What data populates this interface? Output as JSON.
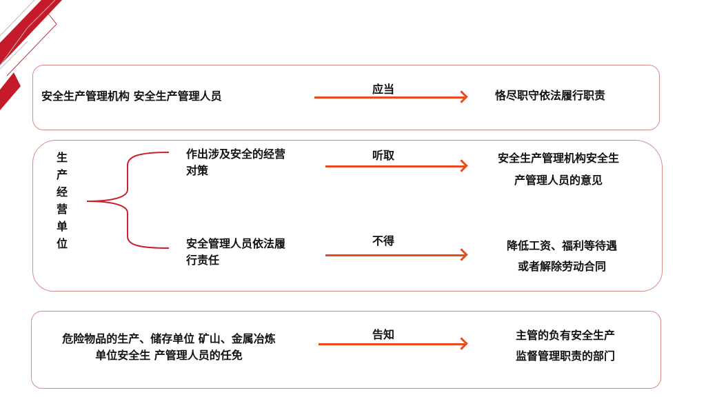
{
  "row1": {
    "left": "安全生产管理机构 安全生产管理人员",
    "verb": "应当",
    "right": "恪尽职守依法履行职责"
  },
  "row2": {
    "subject": "生产经营单位",
    "top_left": [
      "作出涉及安全的经营",
      "对策"
    ],
    "top_verb": "听取",
    "top_right": [
      "安全生产管理机构安全生",
      "产管理人员的意见"
    ],
    "bottom_left": [
      "安全管理人员依法履",
      "行责任"
    ],
    "bottom_verb": "不得",
    "bottom_right": [
      "降低工资、福利等待遇",
      "或者解除劳动合同"
    ]
  },
  "row3": {
    "left": [
      "危险物品的生产、储存单位 矿山、金属冶炼",
      "单位安全生 产管理人员的任免"
    ],
    "verb": "告知",
    "right": [
      "主管的负有安全生产",
      "监督管理职责的部门"
    ]
  },
  "colors": {
    "accent": "#e8491d",
    "decor": "#c8102e"
  }
}
